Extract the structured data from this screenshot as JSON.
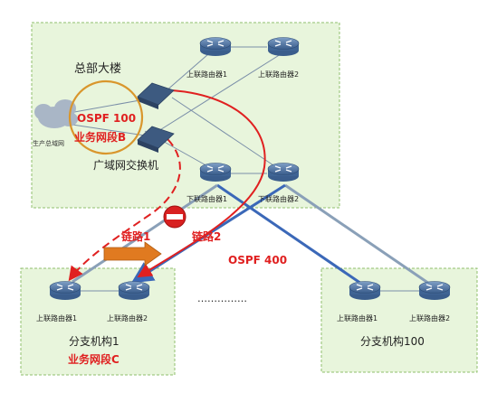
{
  "hq": {
    "title": "总部大楼",
    "ospf_label": "OSPF 100",
    "segment_label": "业务网段B",
    "cloud_label": "生产总域网",
    "wan_switch_label": "广域网交换机",
    "upper_routers": [
      "上联路由器1",
      "上联路由器2"
    ],
    "lower_routers": [
      "下联路由器1",
      "下联路由器2"
    ]
  },
  "links": {
    "link1": "链路1",
    "link2": "链路2",
    "ospf_wan": "OSPF 400",
    "dots": "……………"
  },
  "branch1": {
    "title": "分支机构1",
    "segment_label": "业务网段C",
    "routers": [
      "上联路由器1",
      "上联路由器2"
    ]
  },
  "branch100": {
    "title": "分支机构100",
    "routers": [
      "上联路由器1",
      "上联路由器2"
    ]
  },
  "colors": {
    "zone_fill": "#e8f5dc",
    "zone_border": "#8fbf6c",
    "red": "#e02020",
    "blue": "#3b68b8",
    "gray_line": "#8aa0b8",
    "orange_circle": "#d9962c",
    "router_fill": "#4a6f9e"
  },
  "icons": [
    "router-icon",
    "switch-icon",
    "cloud-icon",
    "no-entry-icon",
    "right-arrow-icon"
  ]
}
